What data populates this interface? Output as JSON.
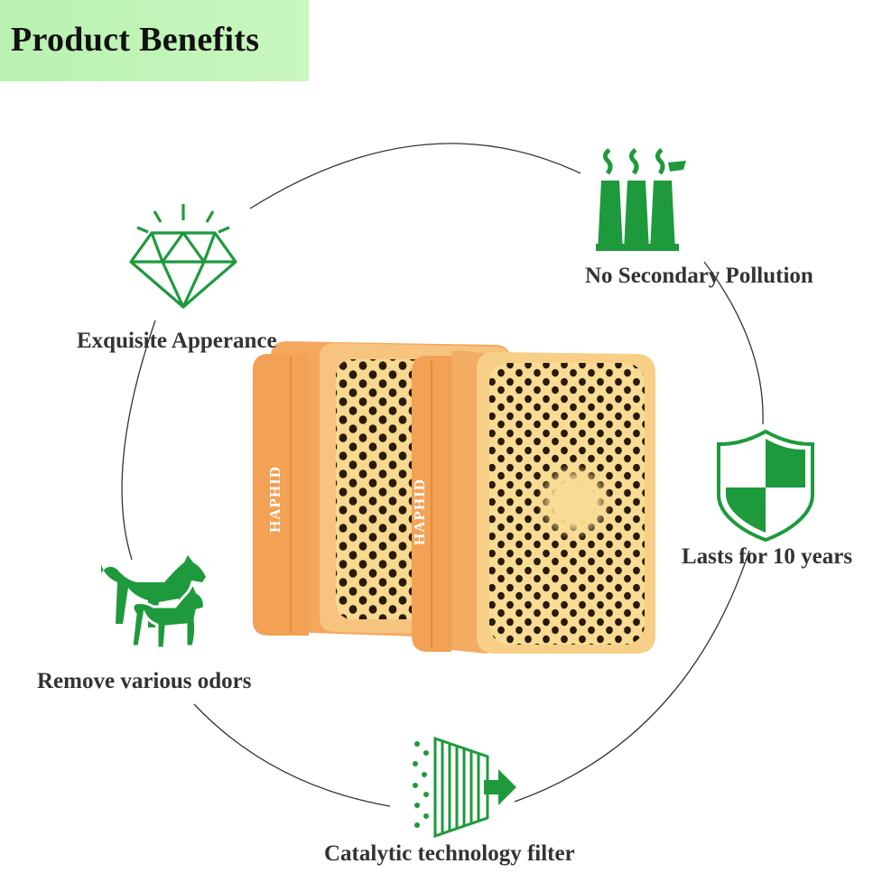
{
  "header": {
    "title": "Product Benefits"
  },
  "benefits": [
    {
      "id": "pollution",
      "label": "No Secondary Pollution",
      "icon": "factory-icon"
    },
    {
      "id": "appearance",
      "label": "Exquisite Apperance",
      "icon": "diamond-icon"
    },
    {
      "id": "lifespan",
      "label": "Lasts for 10 years",
      "icon": "shield-icon"
    },
    {
      "id": "odors",
      "label": "Remove various odors",
      "icon": "dog-cat-icon"
    },
    {
      "id": "filter",
      "label": "Catalytic technology filter",
      "icon": "filter-icon"
    }
  ],
  "product": {
    "brand": "HAPHID"
  },
  "colors": {
    "accent": "#1e9a3c",
    "title_band": "#c1f4b8",
    "product": "#f6a85a",
    "text": "#333333"
  }
}
